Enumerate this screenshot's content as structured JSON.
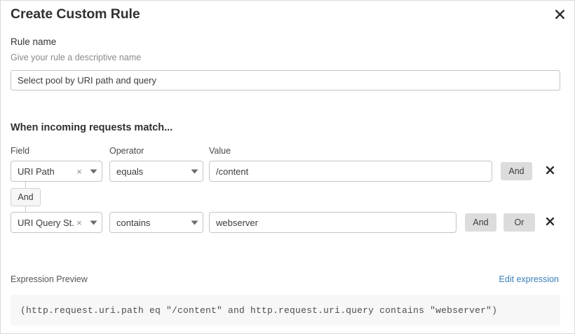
{
  "dialog": {
    "title": "Create Custom Rule",
    "close_icon": "close-icon"
  },
  "rule_name": {
    "label": "Rule name",
    "help_text": "Give your rule a descriptive name",
    "value": "Select pool by URI path and query",
    "placeholder": "Rule name"
  },
  "match_section": {
    "heading": "When incoming requests match...",
    "columns": {
      "field": "Field",
      "operator": "Operator",
      "value": "Value"
    },
    "connector_badge": "And",
    "rows": [
      {
        "field": "URI Path",
        "field_clear_icon": "clear-icon",
        "field_caret_icon": "chevron-down-icon",
        "operator": "equals",
        "operator_caret_icon": "chevron-down-icon",
        "value": "/content",
        "value_placeholder": "Value",
        "and_label": "And",
        "delete_icon": "close-icon"
      },
      {
        "field": "URI Query St...",
        "field_clear_icon": "clear-icon",
        "field_caret_icon": "chevron-down-icon",
        "operator": "contains",
        "operator_caret_icon": "chevron-down-icon",
        "value": "webserver",
        "value_placeholder": "Value",
        "and_label": "And",
        "or_label": "Or",
        "delete_icon": "close-icon"
      }
    ]
  },
  "expression_preview": {
    "label": "Expression Preview",
    "edit_link": "Edit expression",
    "expression": "(http.request.uri.path eq \"/content\" and http.request.uri.query contains \"webserver\")"
  },
  "colors": {
    "accent_link": "#3b7fb8",
    "button_grey": "#dcdcdc",
    "border": "#c4c4c4",
    "code_bg": "#f7f7f7"
  }
}
